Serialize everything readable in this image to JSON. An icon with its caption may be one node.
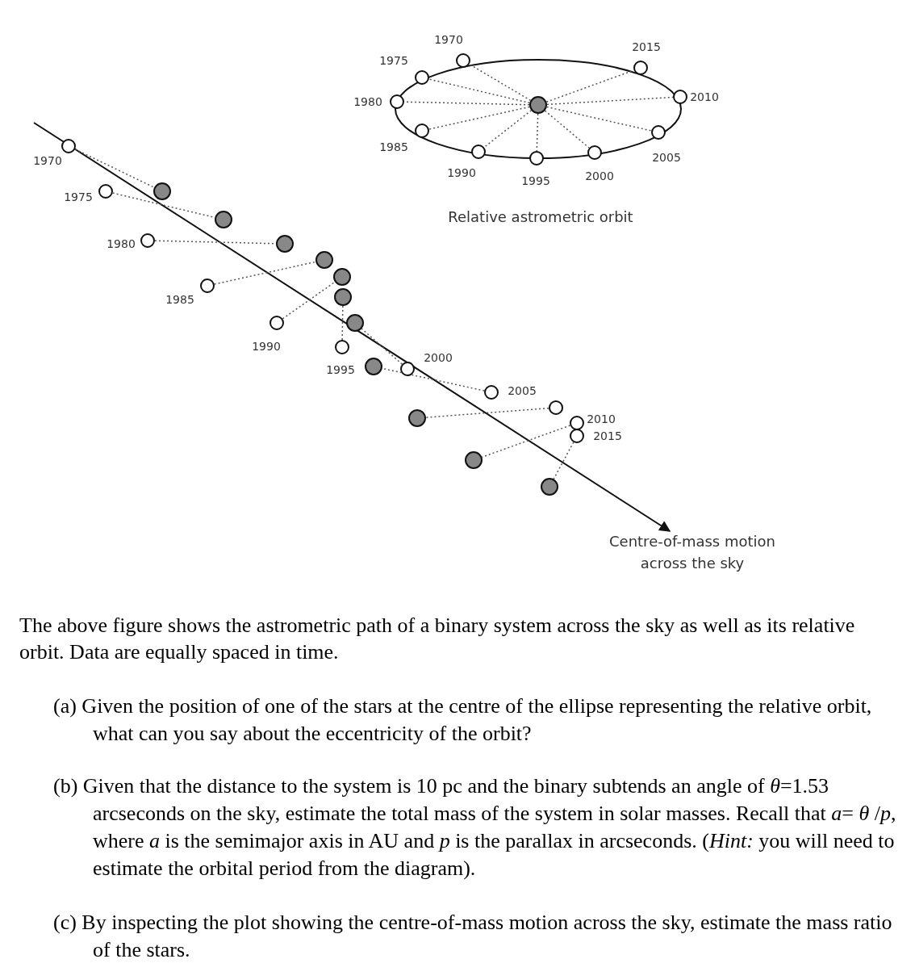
{
  "diagram": {
    "nodes": [
      {
        "text": [],
        "shape": "circle"
      },
      {
        "text": [],
        "shape": "circle",
        "beside": [
          "1970"
        ]
      },
      {
        "text": [],
        "shape": "circle",
        "beside": [
          "1975"
        ]
      },
      {
        "text": [],
        "shape": "circle",
        "beside": [
          "1980"
        ]
      },
      {
        "text": [],
        "shape": "circle",
        "beside": [
          "1985"
        ]
      },
      {
        "text": [],
        "shape": "circle",
        "beside": [
          "1990"
        ]
      },
      {
        "text": [],
        "shape": "circle",
        "beside": [
          "1995"
        ]
      },
      {
        "text": [],
        "shape": "circle",
        "beside": [
          "2000"
        ]
      },
      {
        "text": [],
        "shape": "circle",
        "beside": [
          "2005"
        ]
      },
      {
        "text": [],
        "shape": "circle",
        "beside": [
          "2010"
        ]
      },
      {
        "text": [],
        "shape": "circle",
        "beside": [
          "2015"
        ]
      },
      {
        "text": [],
        "shape": "circle",
        "beside": [
          "1970"
        ]
      },
      {
        "text": [],
        "shape": "circle"
      },
      {
        "text": [],
        "shape": "circle",
        "beside": [
          "1975"
        ]
      },
      {
        "text": [],
        "shape": "circle"
      },
      {
        "text": [],
        "shape": "circle",
        "beside": [
          "1980"
        ]
      },
      {
        "text": [],
        "shape": "circle"
      },
      {
        "text": [],
        "shape": "circle",
        "beside": [
          "1985"
        ]
      },
      {
        "text": [],
        "shape": "circle"
      },
      {
        "text": [],
        "shape": "circle",
        "beside": [
          "1990"
        ]
      },
      {
        "text": [],
        "shape": "circle"
      },
      {
        "text": [],
        "shape": "circle",
        "beside": [
          "1995"
        ]
      },
      {
        "text": [],
        "shape": "circle"
      },
      {
        "text": [],
        "shape": "circle",
        "beside": [
          "2000"
        ]
      },
      {
        "text": [],
        "shape": "circle"
      },
      {
        "text": [],
        "shape": "circle",
        "beside": [
          "2005"
        ]
      },
      {
        "text": [],
        "shape": "circle"
      },
      {
        "text": [],
        "shape": "circle"
      },
      {
        "text": [],
        "shape": "circle"
      },
      {
        "text": [],
        "shape": "circle",
        "beside": [
          "2010"
        ]
      },
      {
        "text": [],
        "shape": "circle"
      },
      {
        "text": [],
        "shape": "circle",
        "beside": [
          "2015"
        ]
      },
      {
        "text": [],
        "shape": "circle"
      }
    ],
    "edges": [
      {
        "from": 0,
        "to": 1,
        "arrow": "none",
        "style": "dashed"
      },
      {
        "from": 0,
        "to": 2,
        "arrow": "none",
        "style": "dashed"
      },
      {
        "from": 0,
        "to": 3,
        "arrow": "none",
        "style": "dashed"
      },
      {
        "from": 0,
        "to": 4,
        "arrow": "none",
        "style": "dashed"
      },
      {
        "from": 0,
        "to": 5,
        "arrow": "none",
        "style": "dashed"
      },
      {
        "from": 0,
        "to": 6,
        "arrow": "none",
        "style": "dashed"
      },
      {
        "from": 0,
        "to": 7,
        "arrow": "none",
        "style": "dashed"
      },
      {
        "from": 0,
        "to": 8,
        "arrow": "none",
        "style": "dashed"
      },
      {
        "from": 0,
        "to": 9,
        "arrow": "none",
        "style": "dashed"
      },
      {
        "from": 0,
        "to": 10,
        "arrow": "none",
        "style": "dashed"
      },
      {
        "from": 11,
        "to": 12,
        "arrow": "none",
        "style": "dashed"
      },
      {
        "from": 13,
        "to": 14,
        "arrow": "none",
        "style": "dashed"
      },
      {
        "from": 15,
        "to": 16,
        "arrow": "none",
        "style": "dashed"
      },
      {
        "from": 17,
        "to": 18,
        "arrow": "none",
        "style": "dashed"
      },
      {
        "from": 19,
        "to": 20,
        "arrow": "none",
        "style": "dashed"
      },
      {
        "from": 21,
        "to": 22,
        "arrow": "none",
        "style": "dashed"
      },
      {
        "from": 23,
        "to": 24,
        "arrow": "none",
        "style": "dashed"
      },
      {
        "from": 25,
        "to": 26,
        "arrow": "none",
        "style": "dashed"
      },
      {
        "from": 27,
        "to": 28,
        "arrow": "none",
        "style": "dashed"
      },
      {
        "from": 29,
        "to": 30,
        "arrow": "none",
        "style": "dashed"
      },
      {
        "from": 31,
        "to": 32,
        "arrow": "none",
        "style": "dashed"
      }
    ],
    "labels": [
      "Relative astrometric orbit",
      "Centre-of-mass motion across the sky",
      "The above figure shows the astrometric path of a binary system across the sky as well as its relative orbit. Data are equally spaced in time.",
      "(a) Given the position of one of the stars at the centre of the ellipse representing the relative orbit, what can you say about the eccentricity of the orbit?",
      "(b) Given that the distance to the system is 10 pc and the binary subtends an angle of *θ*=1.53 arcseconds on the sky, estimate the total mass of the system in solar masses. Recall that *a*= *θ* /*p*, where *a* is the semimajor axis in AU and *p* is the parallax in arcseconds. (*Hint:* you will need to estimate the orbital period from the diagram).",
      "(c) By inspecting the plot showing the centre-of-mass motion across the sky, estimate the mass ratio of the stars."
    ]
  }
}
